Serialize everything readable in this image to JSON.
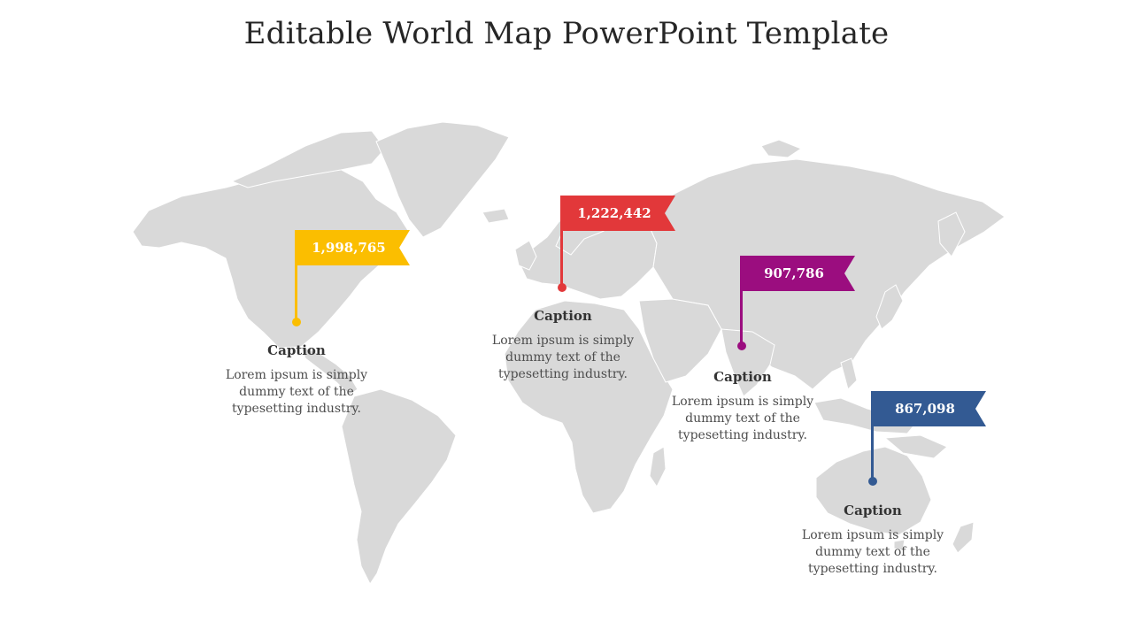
{
  "title": "Editable World Map PowerPoint Template",
  "colors": {
    "map_fill": "#d9d9d9",
    "yellow": "#fbbe00",
    "red": "#e2383a",
    "purple": "#9b0d7f",
    "blue": "#335a93"
  },
  "markers": [
    {
      "value": "1,998,765",
      "color": "yellow",
      "caption": "Caption",
      "text": "Lorem ipsum is simply dummy text of the typesetting industry."
    },
    {
      "value": "1,222,442",
      "color": "red",
      "caption": "Caption",
      "text": "Lorem ipsum is simply dummy text of the typesetting industry."
    },
    {
      "value": "907,786",
      "color": "purple",
      "caption": "Caption",
      "text": "Lorem ipsum is simply dummy text of the typesetting industry."
    },
    {
      "value": "867,098",
      "color": "blue",
      "caption": "Caption",
      "text": "Lorem ipsum is simply dummy text of the typesetting industry."
    }
  ]
}
